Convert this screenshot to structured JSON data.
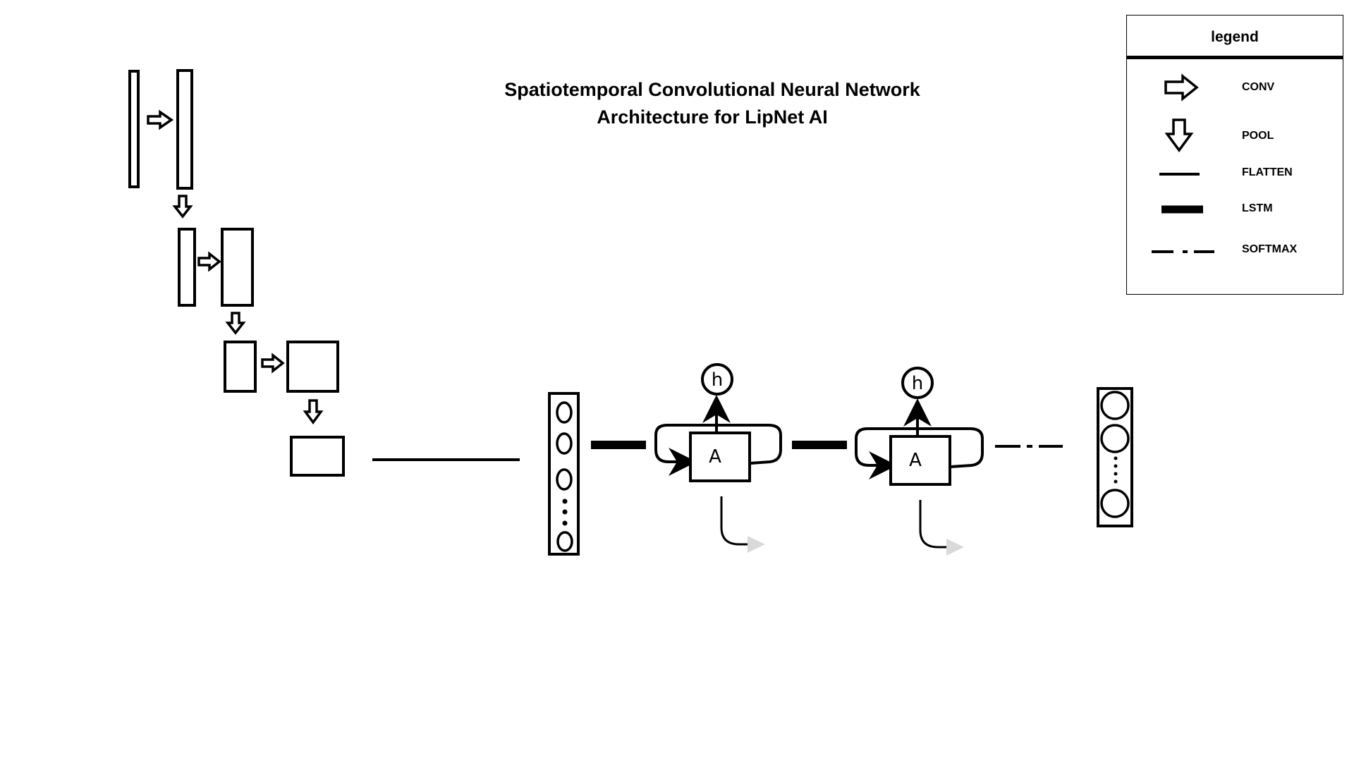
{
  "title": {
    "line1": "Spatiotemporal Convolutional Neural Network",
    "line2": "Architecture for LipNet AI"
  },
  "legend": {
    "title": "legend",
    "items": [
      {
        "symbol": "hollow-right-arrow",
        "label": "CONV"
      },
      {
        "symbol": "hollow-down-arrow",
        "label": "POOL"
      },
      {
        "symbol": "thin-line",
        "label": "FLATTEN"
      },
      {
        "symbol": "thick-line",
        "label": "LSTM"
      },
      {
        "symbol": "dash-dot-line",
        "label": "SOFTMAX"
      }
    ]
  },
  "lstm_cells": [
    {
      "cell_label": "A",
      "output_label": "h"
    },
    {
      "cell_label": "A",
      "output_label": "h"
    }
  ]
}
